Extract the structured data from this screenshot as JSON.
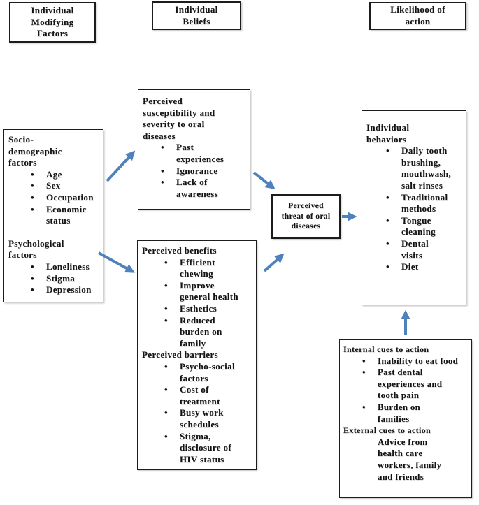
{
  "column_headers": [
    {
      "label": "Individual Modifying Factors"
    },
    {
      "label": "Individual Beliefs"
    },
    {
      "label": "Likelihood of action"
    }
  ],
  "boxes": {
    "modifying_factors": {
      "sections": [
        {
          "heading": "Socio-demographic factors",
          "items": [
            "Age",
            "Sex",
            "Occupation",
            "Economic status"
          ]
        },
        {
          "heading": "Psychological factors",
          "items": [
            "Loneliness",
            "Stigma",
            "Depression"
          ]
        }
      ]
    },
    "susceptibility": {
      "sections": [
        {
          "heading": "Perceived susceptibility and severity to oral diseases",
          "items": [
            "Past experiences",
            "Ignorance",
            "Lack of awareness"
          ]
        }
      ]
    },
    "benefits_barriers": {
      "sections": [
        {
          "heading": "Perceived benefits",
          "items": [
            "Efficient chewing",
            "Improve general health",
            "Esthetics",
            "Reduced burden on family"
          ]
        },
        {
          "heading": "Perceived barriers",
          "items": [
            "Psycho-social factors",
            "Cost of treatment",
            "Busy work schedules",
            "Stigma, disclosure of HIV status"
          ]
        }
      ]
    },
    "threat": {
      "label": "Perceived threat of oral diseases"
    },
    "behaviors": {
      "sections": [
        {
          "heading": "Individual behaviors",
          "items": [
            "Daily tooth brushing, mouthwash, salt rinses",
            "Traditional methods",
            "Tongue cleaning",
            "Dental visits",
            "Diet"
          ]
        }
      ]
    },
    "cues": {
      "sections": [
        {
          "heading": "Internal cues to action",
          "items": [
            "Inability to eat food",
            "Past dental experiences and tooth pain",
            "Burden on families"
          ]
        },
        {
          "heading": "External cues to action",
          "note": "Advice from health care workers, family and friends"
        }
      ]
    }
  },
  "connections": [
    {
      "from": "modifying_factors",
      "to": "susceptibility"
    },
    {
      "from": "modifying_factors",
      "to": "benefits_barriers"
    },
    {
      "from": "susceptibility",
      "to": "threat"
    },
    {
      "from": "benefits_barriers",
      "to": "threat"
    },
    {
      "from": "threat",
      "to": "behaviors"
    },
    {
      "from": "cues",
      "to": "behaviors"
    }
  ],
  "colors": {
    "arrow": "#4f81bd",
    "border": "#1c1c1c",
    "text": "#131313",
    "background": "#ffffff"
  }
}
